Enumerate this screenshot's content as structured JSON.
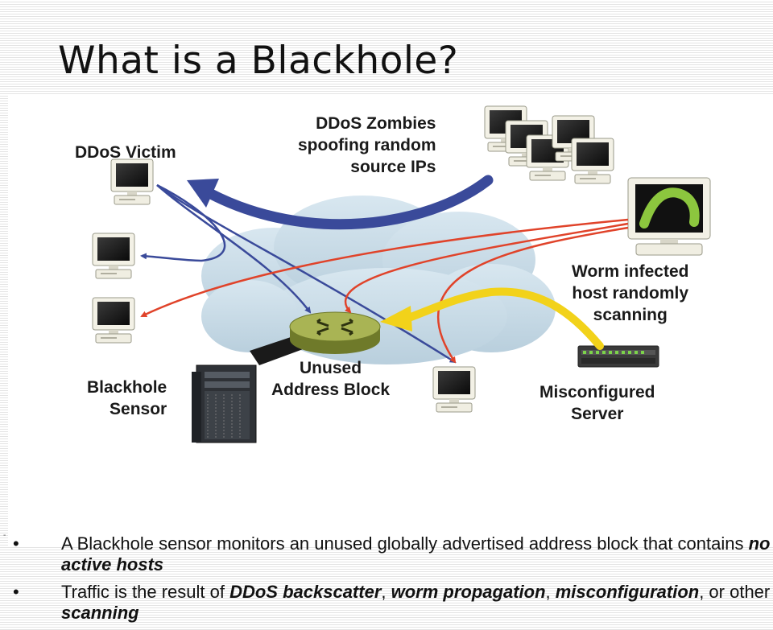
{
  "title": "What is a Blackhole?",
  "labels": {
    "ddos_victim": "DDoS Victim",
    "ddos_zombies": "DDoS Zombies\nspoofing random\nsource IPs",
    "worm_host": "Worm infected\nhost randomly\nscanning",
    "unused_block": "Unused\nAddress Block",
    "blackhole_sensor": "Blackhole\nSensor",
    "misconfigured_server": "Misconfigured\nServer"
  },
  "bullets": {
    "b1": {
      "t1": "A Blackhole sensor monitors an unused globally advertised address block that contains ",
      "e1": "no active hosts"
    },
    "b2": {
      "t1": "Traffic is the result of ",
      "e1": "DDoS backscatter",
      "t2": ", ",
      "e2": "worm propagation",
      "t3": ", ",
      "e3": "misconfiguration",
      "t4": ", or other ",
      "e4": "scanning"
    }
  },
  "colors": {
    "blue_arrow": "#3a4a9a",
    "red_arrow": "#e0432a",
    "yellow_arrow": "#f2d21a",
    "cloud": "#c9dce8"
  },
  "bullet_glyph": "•",
  "page_tick": "-"
}
